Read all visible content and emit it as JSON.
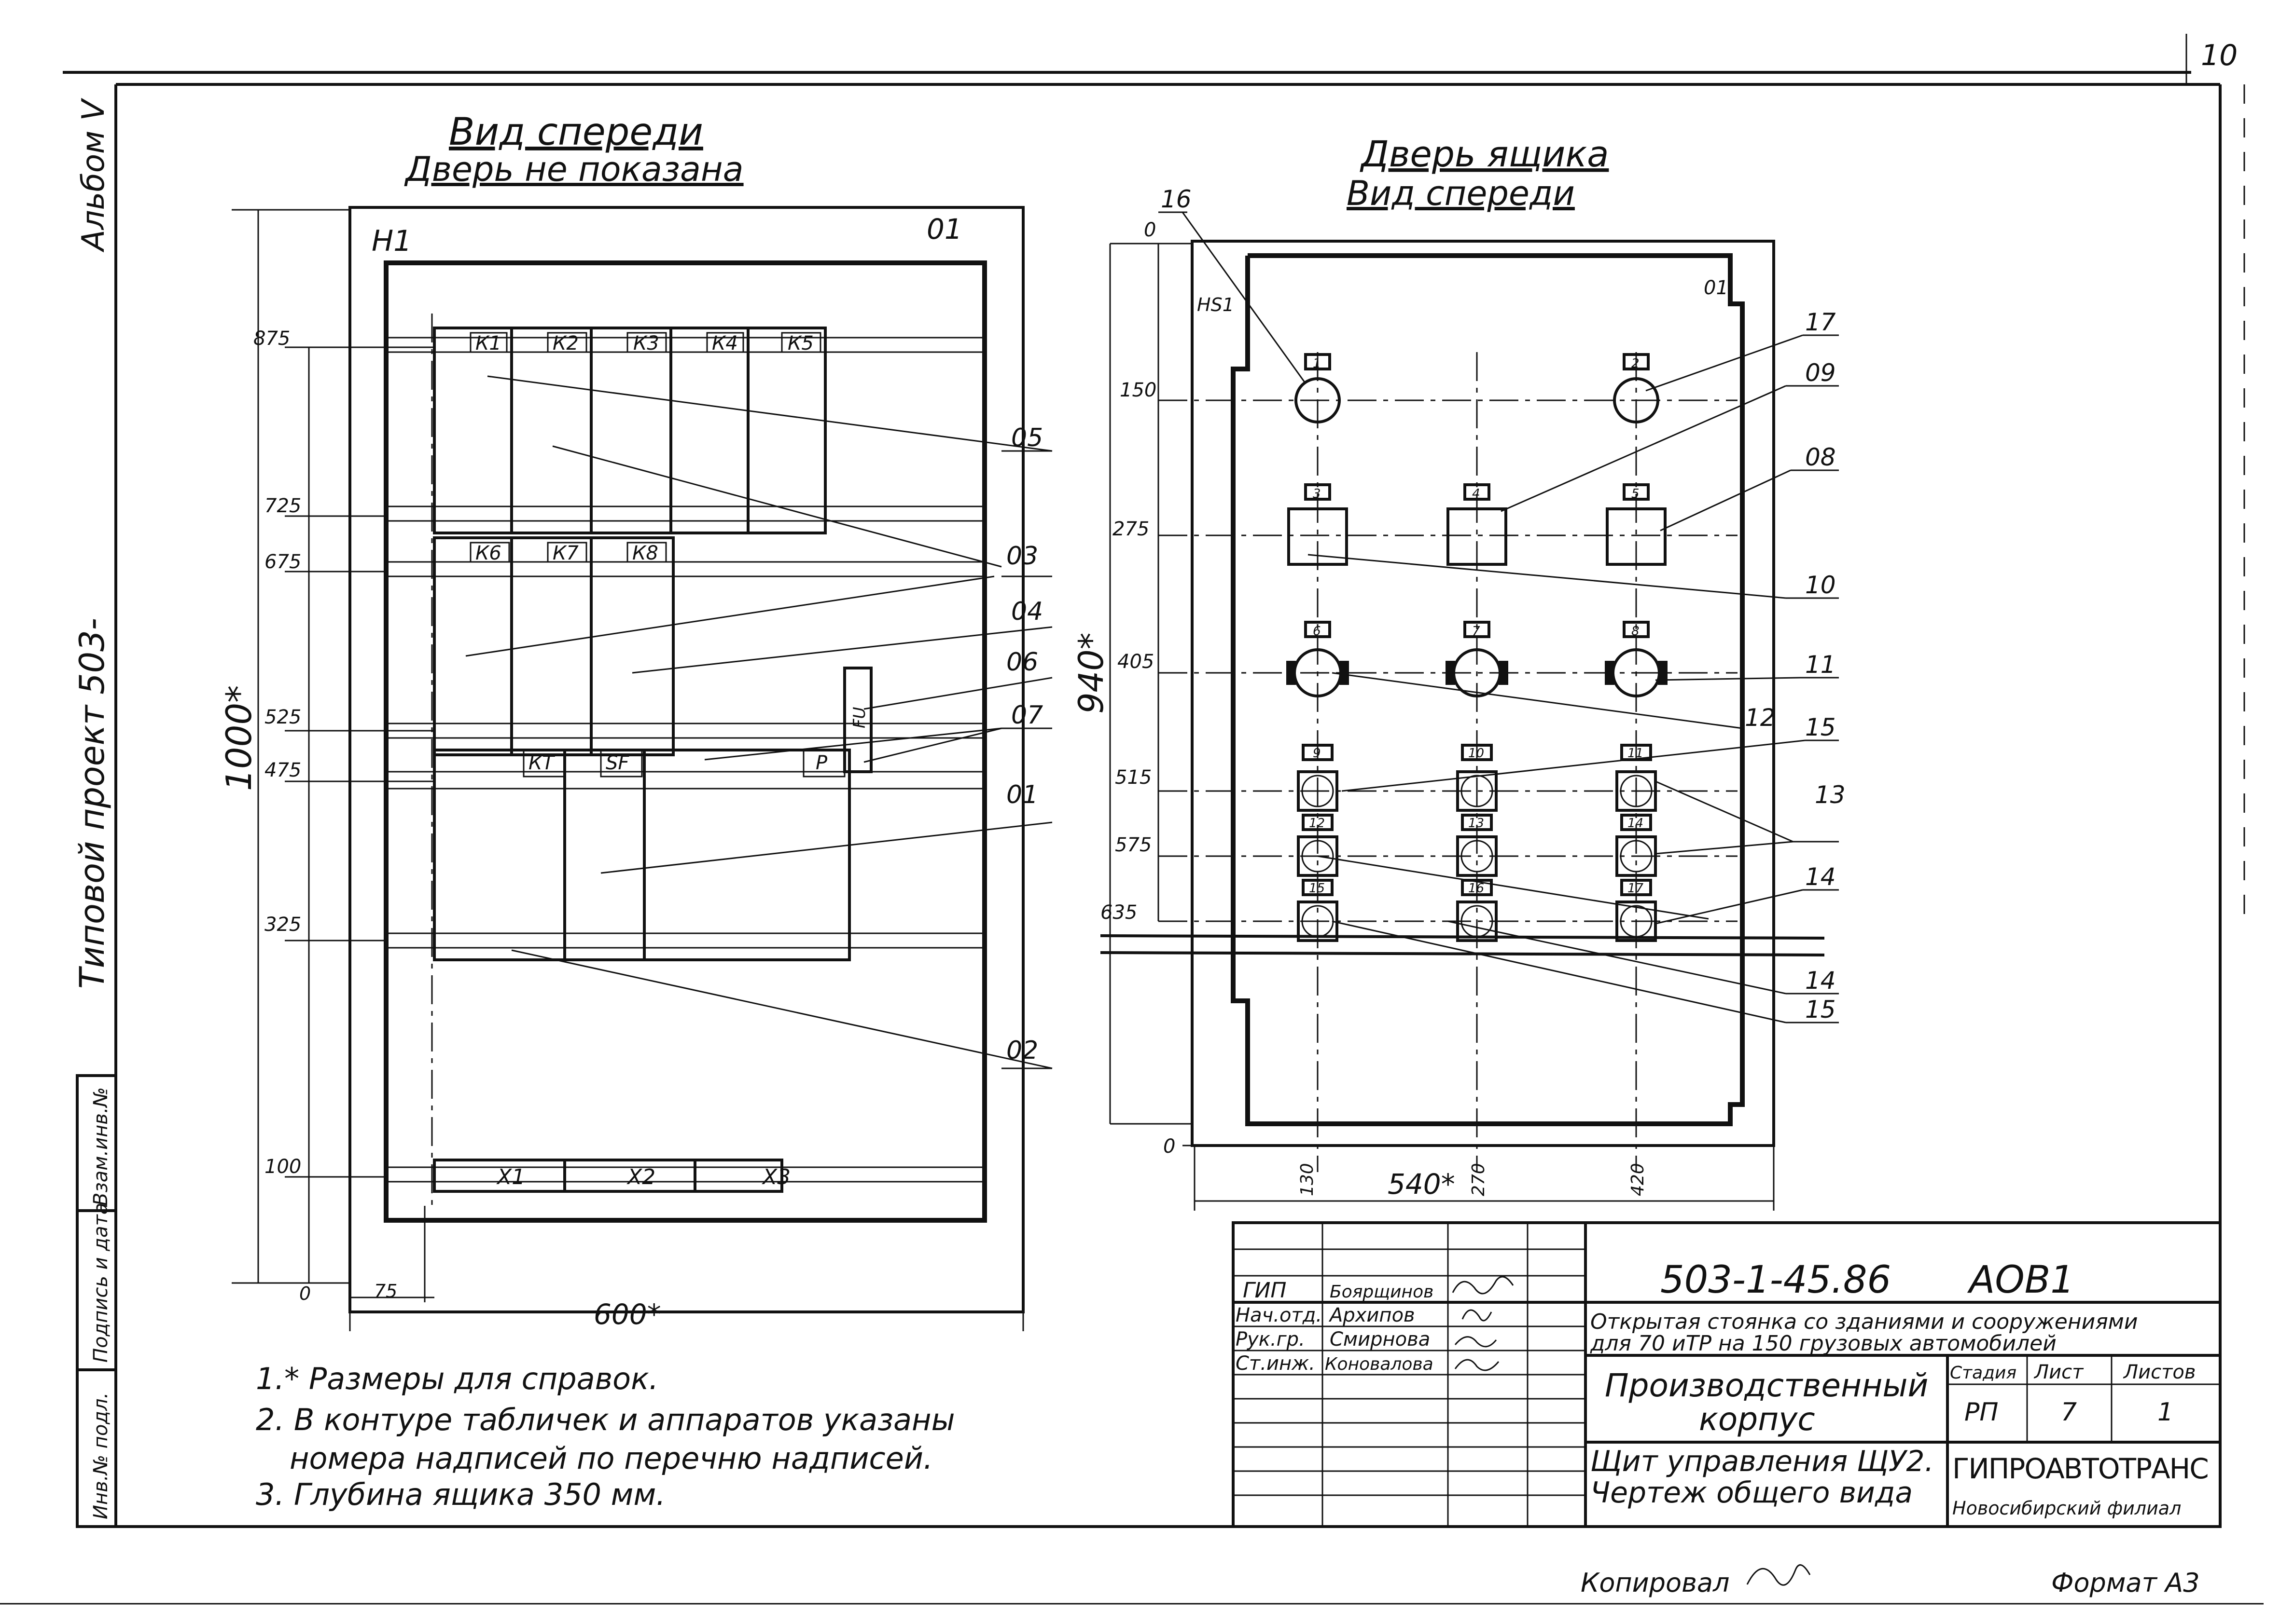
{
  "sheet": {
    "page_number": "10",
    "album": "Альбом V",
    "project_prefix": "Типовой проект 503-",
    "copied": "Копировал",
    "format": "Формат А3",
    "side_labels": [
      "Инв.№ подл.",
      "Подпись и дата",
      "Взам.инв.№"
    ]
  },
  "front_view": {
    "title_1": "Вид спереди",
    "title_2": "Дверь не показана",
    "corner_left": "Н1",
    "corner_right": "01",
    "overall_height": "1000*",
    "overall_width": "600*",
    "offset_x": "75",
    "origin": "0",
    "levels": [
      "875",
      "725",
      "675",
      "525",
      "475",
      "325",
      "100"
    ],
    "row1": [
      "К1",
      "К2",
      "К3",
      "К4",
      "К5"
    ],
    "row2": [
      "К6",
      "К7",
      "К8"
    ],
    "row3": [
      "КТ",
      "SF",
      "Р"
    ],
    "fu": "FU",
    "terminals": [
      "X1",
      "X2",
      "X3"
    ],
    "callouts": [
      "05",
      "03",
      "04",
      "06",
      "07",
      "01",
      "02"
    ]
  },
  "door_view": {
    "title_1": "Дверь ящика",
    "title_2": "Вид спереди",
    "corner_left": "HS1",
    "corner_right": "01",
    "overall_height": "940*",
    "overall_width": "540*",
    "origin": "0",
    "levels": [
      "150",
      "275",
      "405",
      "515",
      "575",
      "635"
    ],
    "columns": [
      "130",
      "270",
      "420"
    ],
    "plates": [
      "1",
      "2",
      "3",
      "4",
      "5",
      "6",
      "7",
      "8",
      "9",
      "10",
      "11",
      "12",
      "13",
      "14",
      "15",
      "16",
      "17"
    ],
    "callouts": [
      "16",
      "17",
      "09",
      "08",
      "10",
      "11",
      "12",
      "15",
      "13",
      "14",
      "14",
      "15"
    ]
  },
  "notes": [
    "1.* Размеры для справок.",
    "2. В контуре табличек и аппаратов указаны",
    "номера надписей по перечню надписей.",
    "3. Глубина ящика 350 мм."
  ],
  "title_block": {
    "code": "503-1-45.86",
    "sheet_code": "АОВ1",
    "roles": [
      {
        "role": "ГИП",
        "name": "Боярщинов"
      },
      {
        "role": "Нач.отд.",
        "name": "Архипов"
      },
      {
        "role": "Рук.гр.",
        "name": "Смирнова"
      },
      {
        "role": "Ст.инж.",
        "name": "Коновалова"
      }
    ],
    "object_title_1": "Открытая стоянка со зданиями и сооружениями",
    "object_title_2": "для 70 иТР на 150 грузовых автомобилей",
    "building_1": "Производственный",
    "building_2": "корпус",
    "stage_label": "Стадия",
    "sheet_label": "Лист",
    "sheets_label": "Листов",
    "stage": "РП",
    "sheet": "7",
    "sheets": "1",
    "drawing_1": "Щит управления ЩУ2.",
    "drawing_2": "Чертеж общего вида",
    "org_1": "ГИПРОАВТОТРАНС",
    "org_2": "Новосибирский филиал"
  }
}
